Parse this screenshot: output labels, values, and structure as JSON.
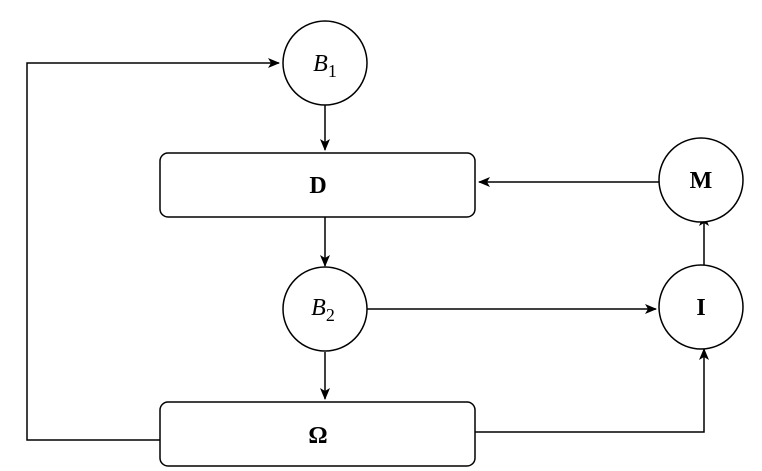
{
  "nodes": {
    "b1": {
      "base": "B",
      "sub": "1"
    },
    "d": {
      "label": "D"
    },
    "b2": {
      "base": "B",
      "sub": "2"
    },
    "omega": {
      "label": "Ω"
    },
    "m": {
      "label": "M"
    },
    "i": {
      "label": "I"
    }
  },
  "edges": [
    {
      "from": "b1",
      "to": "d"
    },
    {
      "from": "d",
      "to": "b2"
    },
    {
      "from": "b2",
      "to": "omega"
    },
    {
      "from": "b2",
      "to": "i"
    },
    {
      "from": "omega",
      "to": "i"
    },
    {
      "from": "i",
      "to": "m"
    },
    {
      "from": "m",
      "to": "d"
    },
    {
      "from": "omega",
      "to": "b1"
    }
  ]
}
